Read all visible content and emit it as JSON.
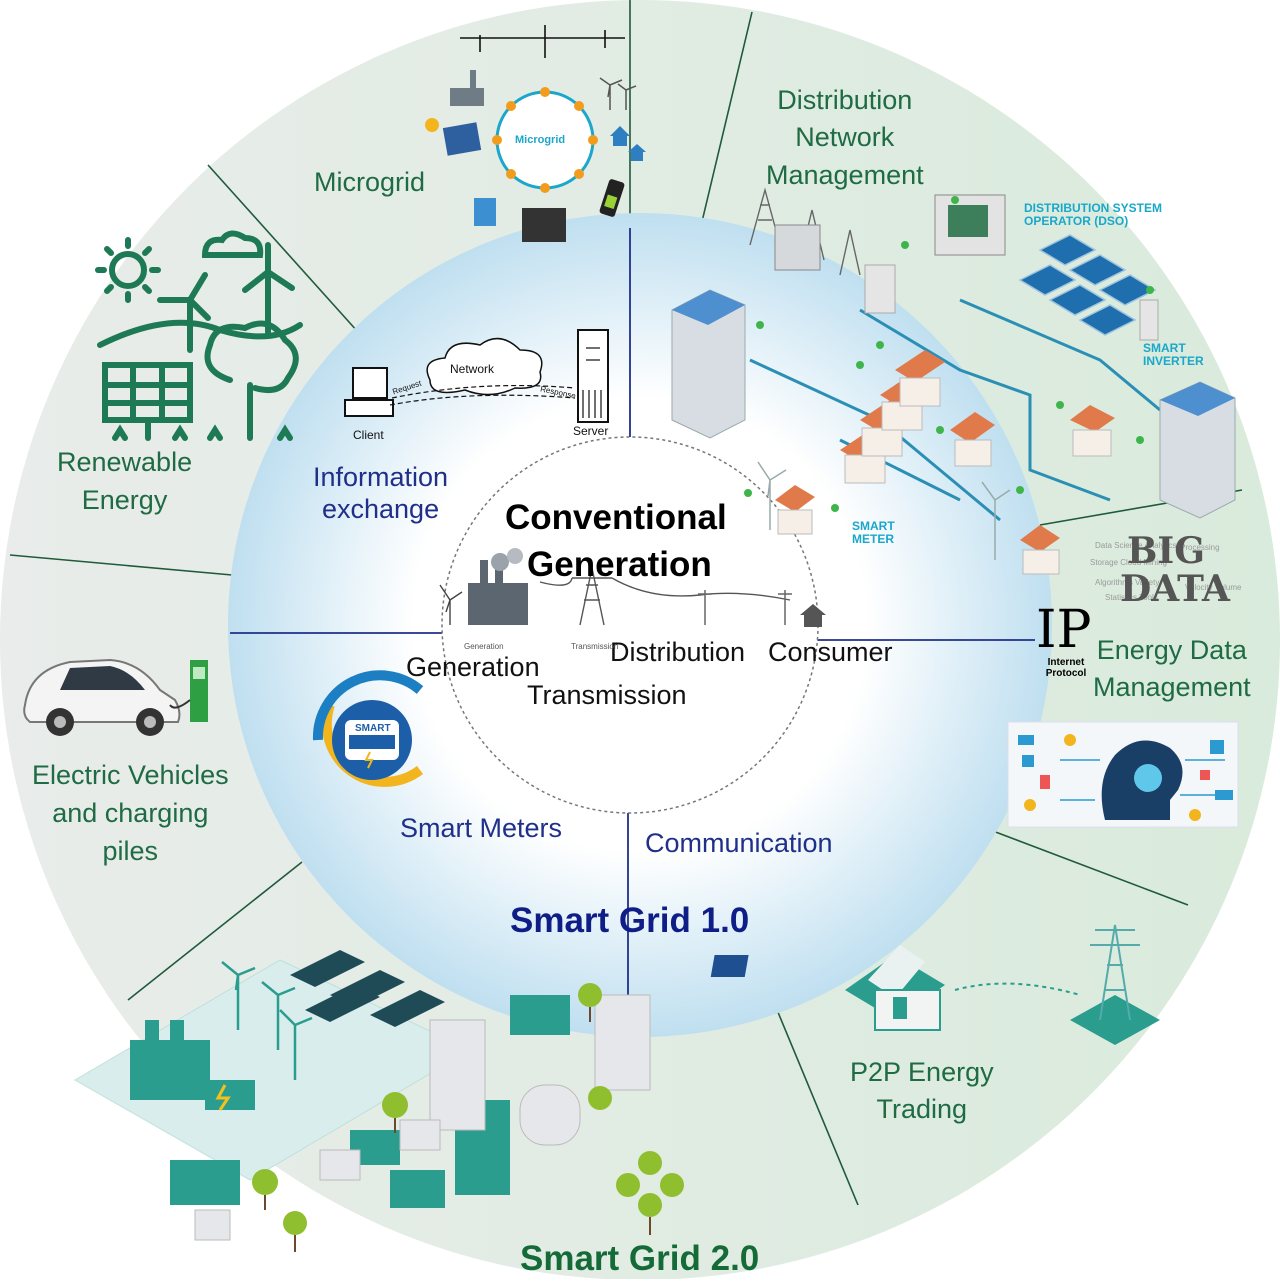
{
  "core": {
    "title_line1": "Conventional",
    "title_line2": "Generation",
    "chain": [
      "Generation",
      "Transmission",
      "Distribution",
      "Consumer"
    ],
    "icon_captions": [
      "Generation",
      "Transmission"
    ]
  },
  "inner_ring": {
    "title": "Smart Grid 1.0",
    "segments": {
      "information_exchange": "Information\nexchange",
      "smart_meters": "Smart Meters",
      "communication": "Communication"
    },
    "network_diagram": {
      "client": "Client",
      "server": "Server",
      "network": "Network",
      "request": "Request",
      "response": "Response"
    },
    "smart_meter_badge": "SMART"
  },
  "outer_ring": {
    "title": "Smart Grid 2.0",
    "segments": {
      "microgrid": "Microgrid",
      "renewable": "Renewable\nEnergy",
      "ev": "Electric Vehicles\nand charging\npiles",
      "distribution": "Distribution\nNetwork\nManagement",
      "energy_data": "Energy Data\nManagement",
      "p2p": "P2P Energy\nTrading"
    },
    "microgrid_badge": "Microgrid",
    "dso_label": "DISTRIBUTION SYSTEM\nOPERATOR (DSO)",
    "smart_inverter": "SMART\nINVERTER",
    "smart_meter": "SMART\nMETER",
    "big_data": [
      "BIG",
      "DATA"
    ],
    "ip": {
      "symbol": "IP",
      "caption": "Internet\nProtocol"
    }
  },
  "colors": {
    "outer_ring": "#e3eee5",
    "inner_ring": "#cfe6f2",
    "core": "#ffffff",
    "outer_text": "#1f6b43",
    "inner_text": "#1f2f8a",
    "icon_green": "#1d7a55",
    "icon_teal": "#1aa7c9",
    "building_teal": "#1e9a93"
  }
}
